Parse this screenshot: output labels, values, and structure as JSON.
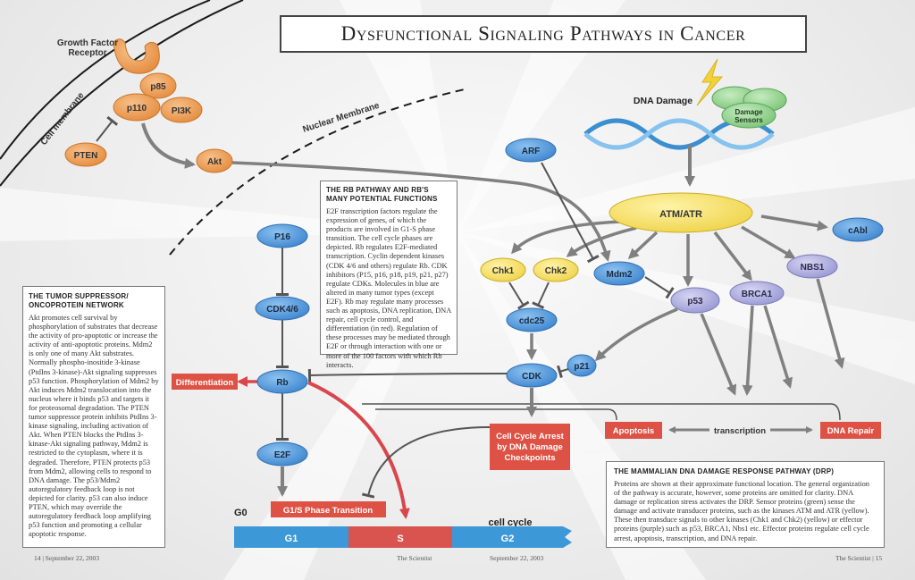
{
  "title": "Dysfunctional  Signaling Pathways in Cancer",
  "labels": {
    "growth_factor_receptor_line1": "Growth Factor",
    "growth_factor_receptor_line2": "Receptor",
    "cell_membrane": "Cell membrane",
    "nuclear_membrane": "Nuclear Membrane",
    "dna_damage": "DNA Damage",
    "damage_sensors_line1": "Damage",
    "damage_sensors_line2": "Sensors",
    "transcription": "transcription",
    "g0": "G0",
    "cell_cycle": "cell cycle"
  },
  "nodes": {
    "p85": "p85",
    "p110": "p110",
    "pi3k": "PI3K",
    "pten": "PTEN",
    "akt": "Akt",
    "p16": "P16",
    "cdk46": "CDK4/6",
    "rb": "Rb",
    "e2f": "E2F",
    "arf": "ARF",
    "atm_atr": "ATM/ATR",
    "cabl": "cAbl",
    "nbs1": "NBS1",
    "brca1": "BRCA1",
    "p53": "p53",
    "chk1": "Chk1",
    "chk2": "Chk2",
    "mdm2": "Mdm2",
    "cdc25": "cdc25",
    "cdk": "CDK",
    "p21": "p21"
  },
  "outcomes": {
    "differentiation": "Differentiation",
    "g1s_transition": "G1/S Phase Transition",
    "arrest_line1": "Cell Cycle Arrest",
    "arrest_line2": "by DNA Damage",
    "arrest_line3": "Checkpoints",
    "apoptosis": "Apoptosis",
    "dna_repair": "DNA Repair"
  },
  "cell_cycle_phases": [
    "G1",
    "S",
    "G2"
  ],
  "rb_box": {
    "title": "The Rb pathway and Rb's many potential functions",
    "body": "E2F transcription factors regulate the expression of genes, of which the products are involved in G1-S phase transition. The cell cycle phases are depicted. Rb regulates E2F-mediated transcription. Cyclin dependent kinases (CDK 4/6 and others) regulate Rb. CDK inhibitors (P15, p16, p18, p19, p21, p27) regulate CDKs. Molecules in blue are altered in many tumor types (except E2F). Rb may regulate many processes such as apoptosis, DNA replication, DNA repair, cell cycle control, and differentiation (in red). Regulation of these processes may be mediated through E2F or through interaction with one or more of the 100 factors with which Rb interacts."
  },
  "tumor_box": {
    "title": "The tumor suppressor/ oncoprotein network",
    "body": "Akt promotes cell survival by phosphorylation of substrates that decrease the activity of pro-apoptotic or increase the activity of anti-apoptotic proteins. Mdm2 is only one of many Akt substrates. Normally phospho-inositide 3-kinase (PtdIns 3-kinase)-Akt signaling suppresses p53 function. Phosphorylation of Mdm2 by Akt induces Mdm2 translocation into the nucleus where it binds p53 and targets it for proteosomal degradation. The PTEN tumor suppressor protein inhibits PtdIns 3-kinase signaling, including activation of Akt. When PTEN blocks the PtdIns 3-kinase-Akt signaling pathway, Mdm2 is restricted to the cytoplasm, where it is degraded. Therefore, PTEN protects p53 from Mdm2, allowing cells to respond to DNA damage. The p53/Mdm2 autoregulatory feedback loop is not depicted for clarity. p53 can also induce PTEN, which may override the autoregulatory feedback loop amplifying p53 function and promoting a cellular apoptotic response."
  },
  "drp_box": {
    "title": "The mammalian DNA damage response pathway (DRP)",
    "body": "Proteins are shown at their approximate functional location. The general organization of the pathway is accurate, however, some proteins are omitted for clarity. DNA damage or replication stress activates the DRP. Sensor proteins (green) sense the damage and activate transducer proteins, such as the kinases ATM and ATR (yellow). These then transduce signals to other kinases (Chk1 and Chk2) (yellow) or effector proteins (purple) such as p53, BRCA1, Nbs1 etc. Effector proteins regulate cell cycle arrest, apoptosis, transcription, and DNA repair."
  },
  "footer": {
    "left": "14  |  September 22, 2003",
    "center_left": "The Scientist",
    "center_right": "September 22, 2003",
    "right": "The Scientist  |  15"
  },
  "colors": {
    "blue_node": "#4a90d6",
    "orange_node": "#ec9a4e",
    "yellow_node": "#f4df5e",
    "purple_node": "#a9a8dc",
    "green_sensor": "#8fcf8a",
    "red_box": "#de5245",
    "arrow_gray": "#808080",
    "red_arrow": "#d9464c",
    "cycle_blue": "#3d98d8",
    "cycle_red": "#d9534f"
  }
}
